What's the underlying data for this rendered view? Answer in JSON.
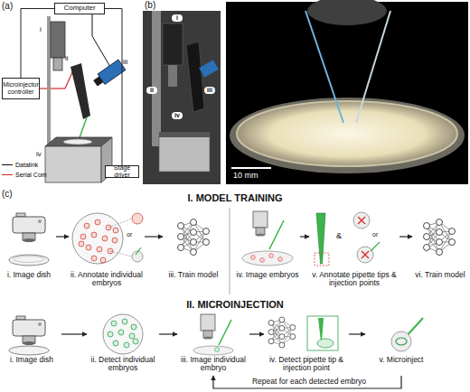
{
  "diagram": {
    "nodes": [
      {
        "text": [
          "Computer"
        ]
      },
      {
        "text": [
          "Microinjector controller"
        ]
      },
      {
        "text": [
          "Stage driver"
        ]
      },
      {
        "text": [
          "i. Image dish"
        ]
      },
      {
        "text": [
          "ii. Annotate individual embryos"
        ]
      },
      {
        "text": [
          "iii. Train model"
        ]
      },
      {
        "text": [
          "iv. Image embryos"
        ]
      },
      {
        "text": [
          "v. Annotate pipette tips & injection points"
        ]
      },
      {
        "text": [
          "vi. Train model"
        ]
      },
      {
        "text": [
          "i. Image dish"
        ]
      },
      {
        "text": [
          "ii. Detect individual embryos"
        ]
      },
      {
        "text": [
          "iii. Image individual embryo"
        ]
      },
      {
        "text": [
          "iv. Detect pipette tip & injection point"
        ]
      },
      {
        "text": [
          "v. Microinject"
        ]
      }
    ],
    "edges": [
      {
        "from": 0,
        "to": 1,
        "arrow": "none"
      },
      {
        "from": 0,
        "to": 2,
        "arrow": "none"
      },
      {
        "from": 3,
        "to": 4,
        "arrow": "to"
      },
      {
        "from": 4,
        "to": 5,
        "arrow": "to"
      },
      {
        "from": 6,
        "to": 7,
        "arrow": "to"
      },
      {
        "from": 7,
        "to": 8,
        "arrow": "to"
      },
      {
        "from": 9,
        "to": 10,
        "arrow": "to"
      },
      {
        "from": 10,
        "to": 11,
        "arrow": "to"
      },
      {
        "from": 11,
        "to": 12,
        "arrow": "to"
      },
      {
        "from": 12,
        "to": 13,
        "arrow": "to"
      },
      {
        "from": 13,
        "to": 11,
        "label": "Repeat for each detected embryo",
        "arrow": "to"
      }
    ],
    "labels": [
      "(a)",
      "i",
      "ii",
      "iii",
      "iv",
      "(b)",
      "i",
      "ii",
      "iii",
      "iv",
      "10 mm",
      "(c)",
      "I. MODEL TRAINING",
      "or",
      "or",
      "&",
      "II. MICROINJECTION"
    ],
    "legend": [
      {
        "text": "Datalink"
      },
      {
        "text": "Serial Com"
      }
    ]
  }
}
